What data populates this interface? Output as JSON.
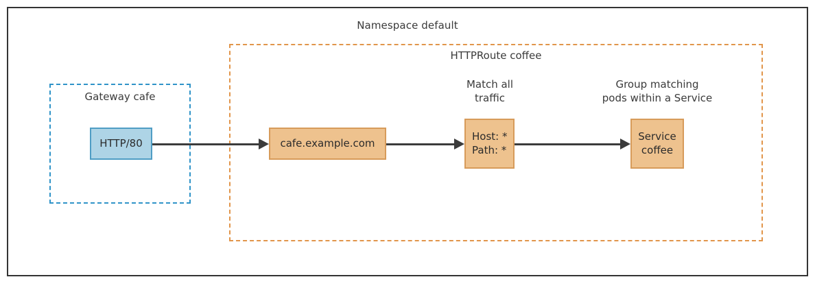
{
  "diagram": {
    "title": "Namespace default",
    "colors": {
      "namespace_border": "#333333",
      "httproute_border": "#e1954a",
      "gateway_border": "#2f93c8",
      "gateway_node_fill": "#aed4e6",
      "gateway_node_border": "#4f9dc4",
      "route_node_fill": "#eec28e",
      "route_node_border": "#d79b5a",
      "arrow": "#3b3b3b",
      "text": "#3a3a3a"
    },
    "namespace": {
      "label": "Namespace default"
    },
    "httproute": {
      "label": "HTTPRoute coffee"
    },
    "gateway": {
      "label": "Gateway cafe",
      "listener": {
        "label": "HTTP/80"
      }
    },
    "nodes": {
      "hostname": {
        "label": "cafe.example.com"
      },
      "match": {
        "line1": "Host: *",
        "line2": "Path: *"
      },
      "service": {
        "line1": "Service",
        "line2": "coffee"
      }
    },
    "captions": {
      "match": {
        "line1": "Match all",
        "line2": "traffic"
      },
      "service": {
        "line1": "Group matching",
        "line2": "pods within a Service"
      }
    }
  }
}
